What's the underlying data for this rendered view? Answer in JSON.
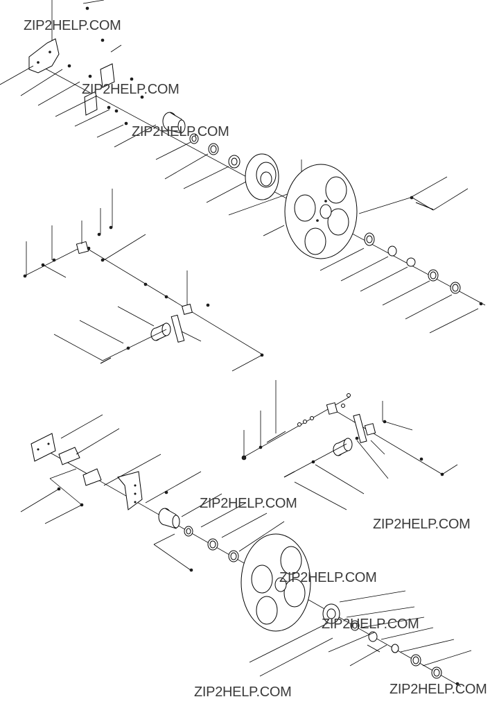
{
  "watermarks": [
    "ZIP2HELP.COM",
    "ZIP2HELP.COM",
    "ZIP2HELP.COM",
    "ZIP2HELP.COM",
    "ZIP2HELP.COM",
    "ZIP2HELP.COM",
    "ZIP2HELP.COM",
    "ZIP2HELP.COM",
    "ZIP2HELP.COM"
  ],
  "colors": {
    "line": "#000000",
    "watermark": "#3a3a3a",
    "background": "#ffffff"
  }
}
